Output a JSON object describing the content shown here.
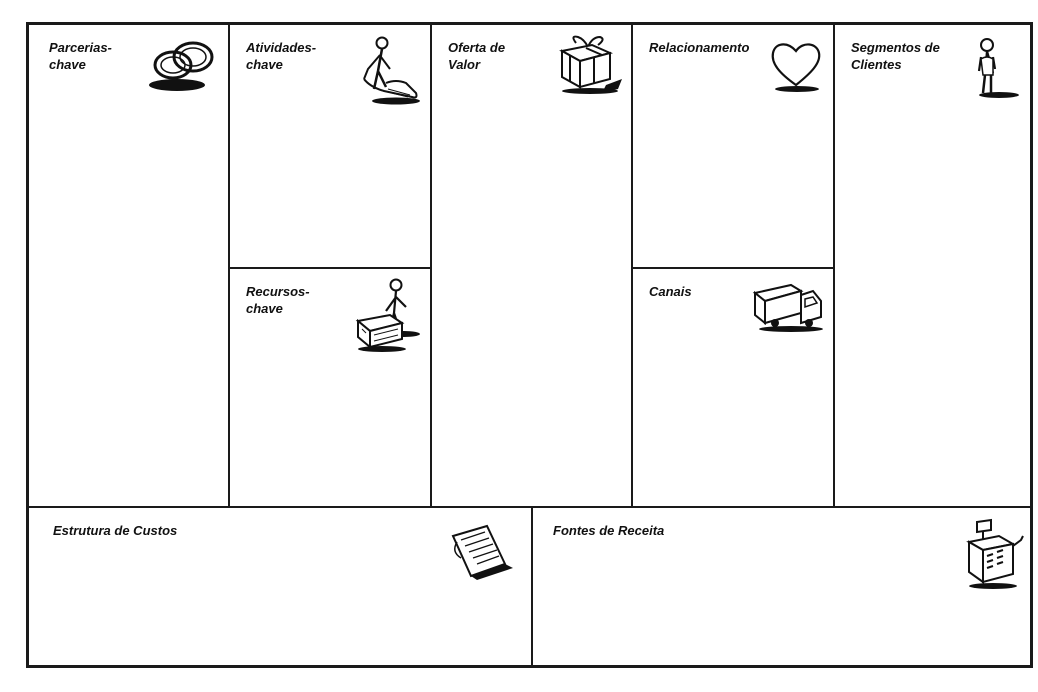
{
  "canvas": {
    "blocks": [
      {
        "id": "key-partners",
        "label": "Parcerias-\nchave",
        "icon": "rings-icon"
      },
      {
        "id": "key-activities",
        "label": "Atividades-\nchave",
        "icon": "worker-icon"
      },
      {
        "id": "key-resources",
        "label": "Recursos-\nchave",
        "icon": "crate-person-icon"
      },
      {
        "id": "value-proposition",
        "label": "Oferta de\nValor",
        "icon": "gift-icon"
      },
      {
        "id": "customer-relationships",
        "label": "Relacionamento",
        "icon": "heart-icon"
      },
      {
        "id": "channels",
        "label": "Canais",
        "icon": "truck-icon"
      },
      {
        "id": "customer-segments",
        "label": "Segmentos de\nClientes",
        "icon": "person-icon"
      },
      {
        "id": "cost-structure",
        "label": "Estrutura de Custos",
        "icon": "document-icon"
      },
      {
        "id": "revenue-streams",
        "label": "Fontes de Receita",
        "icon": "cash-register-icon"
      }
    ]
  }
}
